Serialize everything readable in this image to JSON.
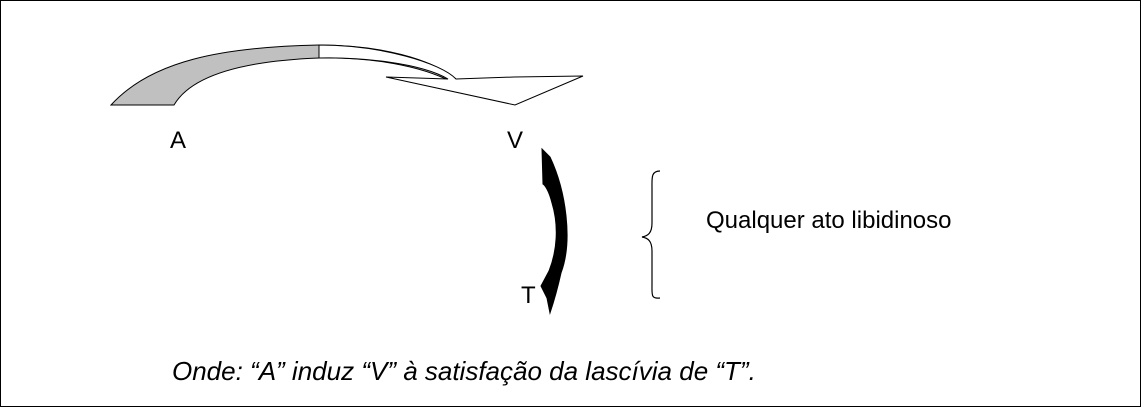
{
  "diagram": {
    "nodes": {
      "a": "A",
      "v": "V",
      "t": "T"
    },
    "brace_label": "Qualquer ato libidinoso",
    "caption": "Onde: “A” induz “V” à satisfação da lascívia de “T”."
  },
  "colors": {
    "arc_fill": "#c0c0c0",
    "line": "#000000",
    "background": "#ffffff"
  }
}
